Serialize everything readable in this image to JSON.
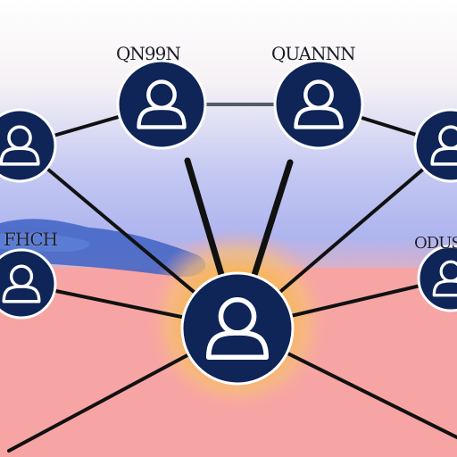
{
  "diagram": {
    "type": "network",
    "node_icon": "person-icon",
    "colors": {
      "node_fill": "#0f2457",
      "node_ring": "#ffffff",
      "edge": "#111111",
      "glow": "#f4a735",
      "sky_top": "#ffffff",
      "sky_mid": "#aab3f2",
      "sky_low": "#f5a8a6",
      "ground": "#f7a6a6",
      "cloud": "#3b5fbf"
    },
    "labels": {
      "top_left": "QN99N",
      "top_right": "QUANNN",
      "mid_left": "FHCH",
      "mid_right": "ODUS"
    },
    "nodes": [
      {
        "id": "top-left"
      },
      {
        "id": "top-right"
      },
      {
        "id": "left"
      },
      {
        "id": "right"
      },
      {
        "id": "lower-left"
      },
      {
        "id": "lower-right"
      },
      {
        "id": "center"
      }
    ]
  }
}
